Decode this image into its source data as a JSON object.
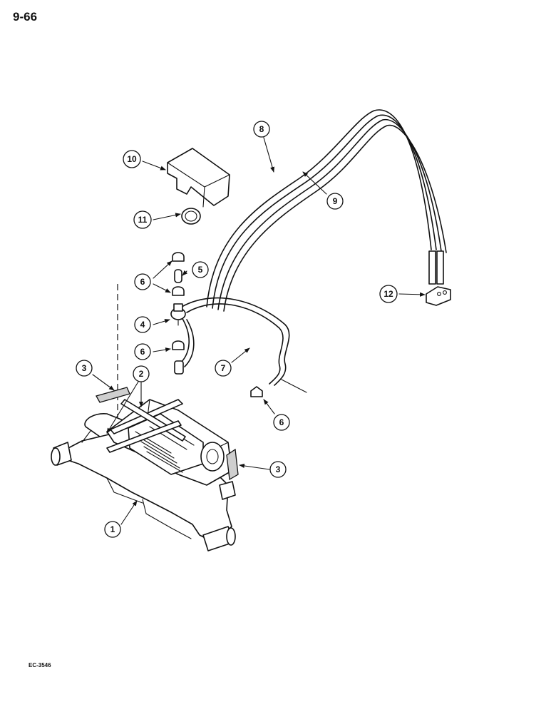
{
  "page": {
    "page_number": "9-66",
    "figure_code": "EC-3546"
  },
  "callouts": [
    {
      "number": "1"
    },
    {
      "number": "2"
    },
    {
      "number": "3"
    },
    {
      "number": "3"
    },
    {
      "number": "4"
    },
    {
      "number": "5"
    },
    {
      "number": "6"
    },
    {
      "number": "6"
    },
    {
      "number": "6"
    },
    {
      "number": "7"
    },
    {
      "number": "8"
    },
    {
      "number": "9"
    },
    {
      "number": "10"
    },
    {
      "number": "11"
    },
    {
      "number": "12"
    }
  ]
}
